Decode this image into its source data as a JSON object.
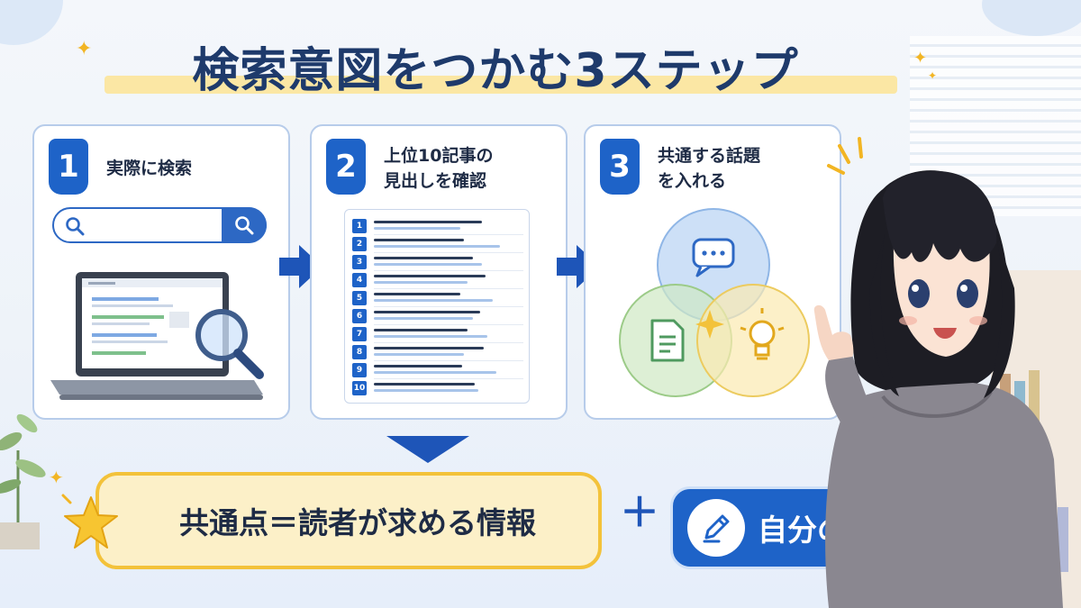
{
  "title": "検索意図をつかむ3ステップ",
  "colors": {
    "primary_blue": "#1e63c8",
    "title_navy": "#1e3a6b",
    "highlight_yellow": "#f3c23a",
    "card_border": "#b7ccea"
  },
  "steps": [
    {
      "number": "1",
      "title": "実際に検索",
      "illustration": "search-laptop-illustration"
    },
    {
      "number": "2",
      "title": "上位10記事の\n見出しを確認",
      "illustration": "headings-list-illustration"
    },
    {
      "number": "3",
      "title": "共通する話題\nを入れる",
      "illustration": "venn-diagram-illustration"
    }
  ],
  "headings_list": {
    "numbers": [
      "1",
      "2",
      "3",
      "4",
      "5",
      "6",
      "7",
      "8",
      "9",
      "10"
    ]
  },
  "venn_icons": [
    "chat-bubble-icon",
    "document-icon",
    "lightbulb-icon",
    "sparkle-icon"
  ],
  "result": {
    "text": "共通点＝読者が求める情報",
    "icon": "star-icon"
  },
  "plus_sign": "＋",
  "experience": {
    "text": "自分の体験",
    "icon": "pencil-icon"
  }
}
